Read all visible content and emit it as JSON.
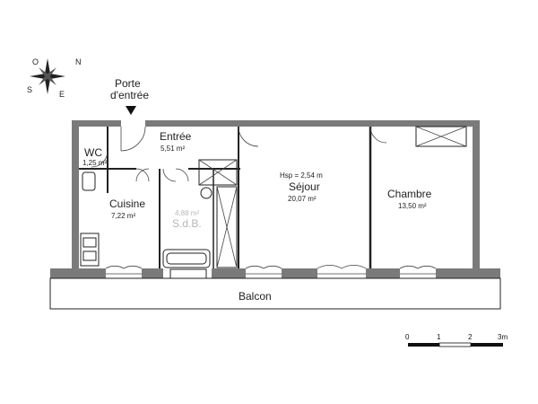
{
  "compass": {
    "n": "N",
    "e": "E",
    "s": "S",
    "o": "O"
  },
  "entry": {
    "line1": "Porte",
    "line2": "d'entrée"
  },
  "rooms": {
    "entree": {
      "name": "Entrée",
      "area": "5,51 m²"
    },
    "wc": {
      "name": "WC",
      "area": "1,25 m²"
    },
    "cuisine": {
      "name": "Cuisine",
      "area": "7,22 m²"
    },
    "sdb": {
      "name": "S.d.B.",
      "area": "4,88 m²"
    },
    "sejour": {
      "name": "Séjour",
      "area": "20,07 m²",
      "hsp": "Hsp = 2,54 m"
    },
    "chambre": {
      "name": "Chambre",
      "area": "13,50 m²"
    },
    "balcon": {
      "name": "Balcon"
    }
  },
  "scale": {
    "labels": [
      "0",
      "1",
      "2",
      "3m"
    ]
  }
}
